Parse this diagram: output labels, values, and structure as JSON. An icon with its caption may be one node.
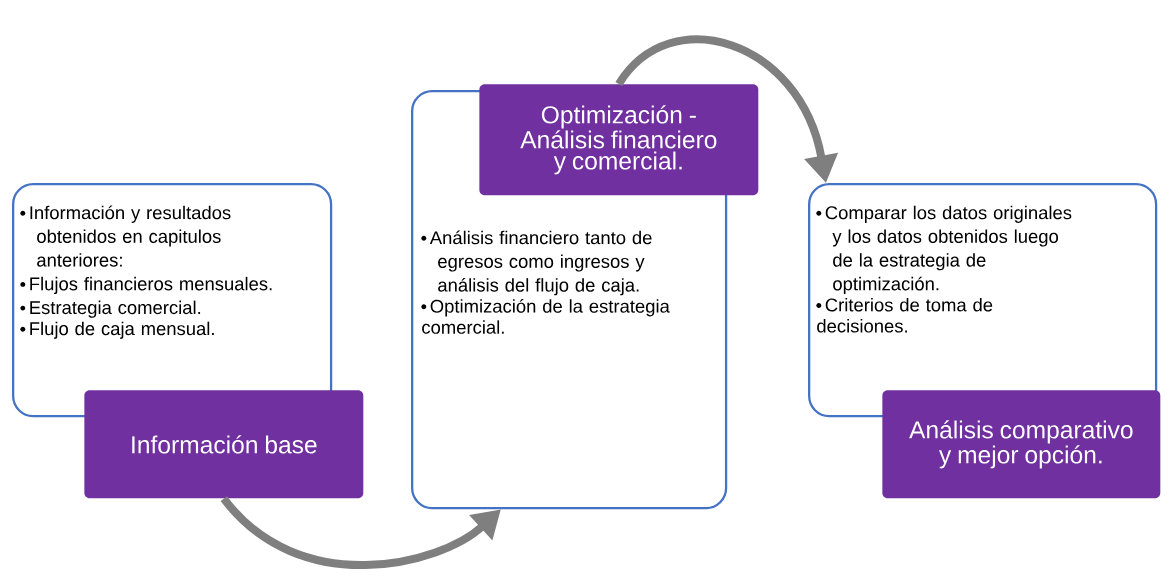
{
  "diagram": {
    "nodes": [
      {
        "text": [
          "Información y resultados obtenidos en capitulos anteriores:",
          "Flujos financieros mensuales.",
          "Estrategia comercial.",
          "Flujo de caja mensual."
        ]
      },
      {
        "text": [
          "Información base"
        ]
      },
      {
        "text": [
          "Optimización -Análisis financiero y comercial."
        ]
      },
      {
        "text": [
          "Análisis financiero tanto de egresos como ingresos y análisis del flujo de caja.",
          "Optimización de la estrategia comercial."
        ]
      },
      {
        "text": [
          "Comparar los datos originales y los datos obtenidos luego de la estrategia de optimización.",
          "Criterios de toma de decisiones."
        ]
      },
      {
        "text": [
          "Análisis comparativo y mejor opción."
        ]
      }
    ],
    "edges": [
      {
        "from": 1,
        "to": 3,
        "arrow": "to"
      },
      {
        "from": 2,
        "to": 4,
        "arrow": "to"
      }
    ]
  }
}
